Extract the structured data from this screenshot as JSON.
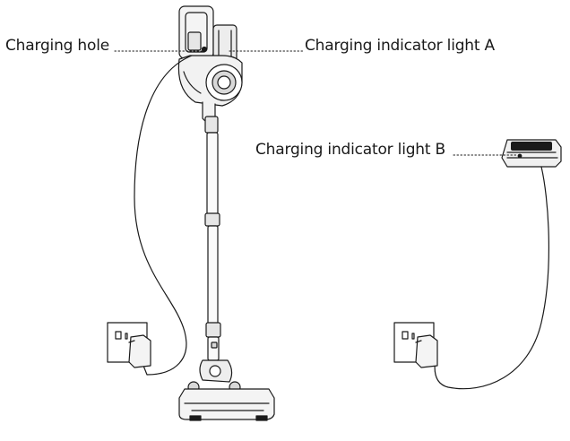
{
  "labels": {
    "charging_hole": "Charging hole",
    "indicator_a": "Charging indicator light A",
    "indicator_b": "Charging indicator light B"
  },
  "colors": {
    "line": "#1a1a1a",
    "fill_light": "#f2f2f2",
    "fill_mid": "#d9d9d9"
  }
}
